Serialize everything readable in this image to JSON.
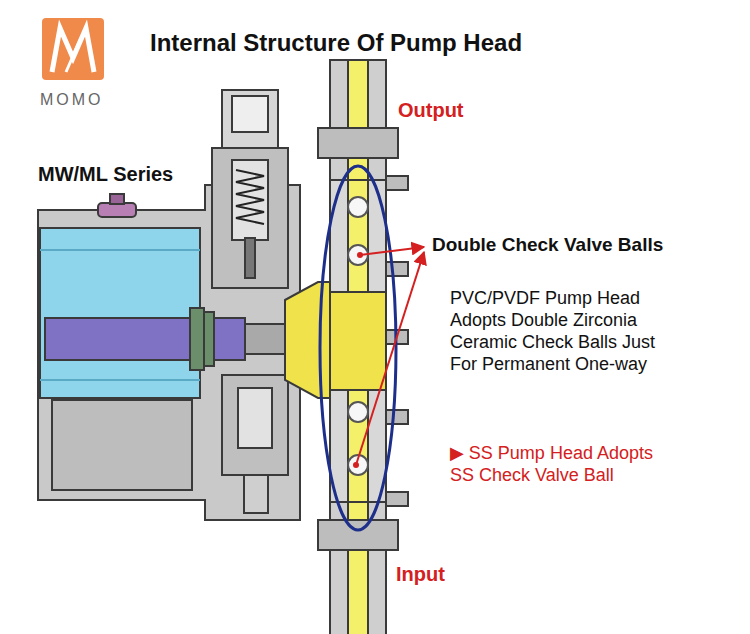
{
  "diagram": {
    "title": "Internal Structure Of Pump Head",
    "labels": [
      "MOMO",
      "MW/ML Series",
      "Output",
      "Double Check Valve Balls",
      "PVC/PVDF Pump Head Adopts Double Zirconia Ceramic Check Balls Just For Permanent One-way",
      "▶ SS Pump Head Adopts SS Check Valve Ball",
      "Input"
    ]
  }
}
